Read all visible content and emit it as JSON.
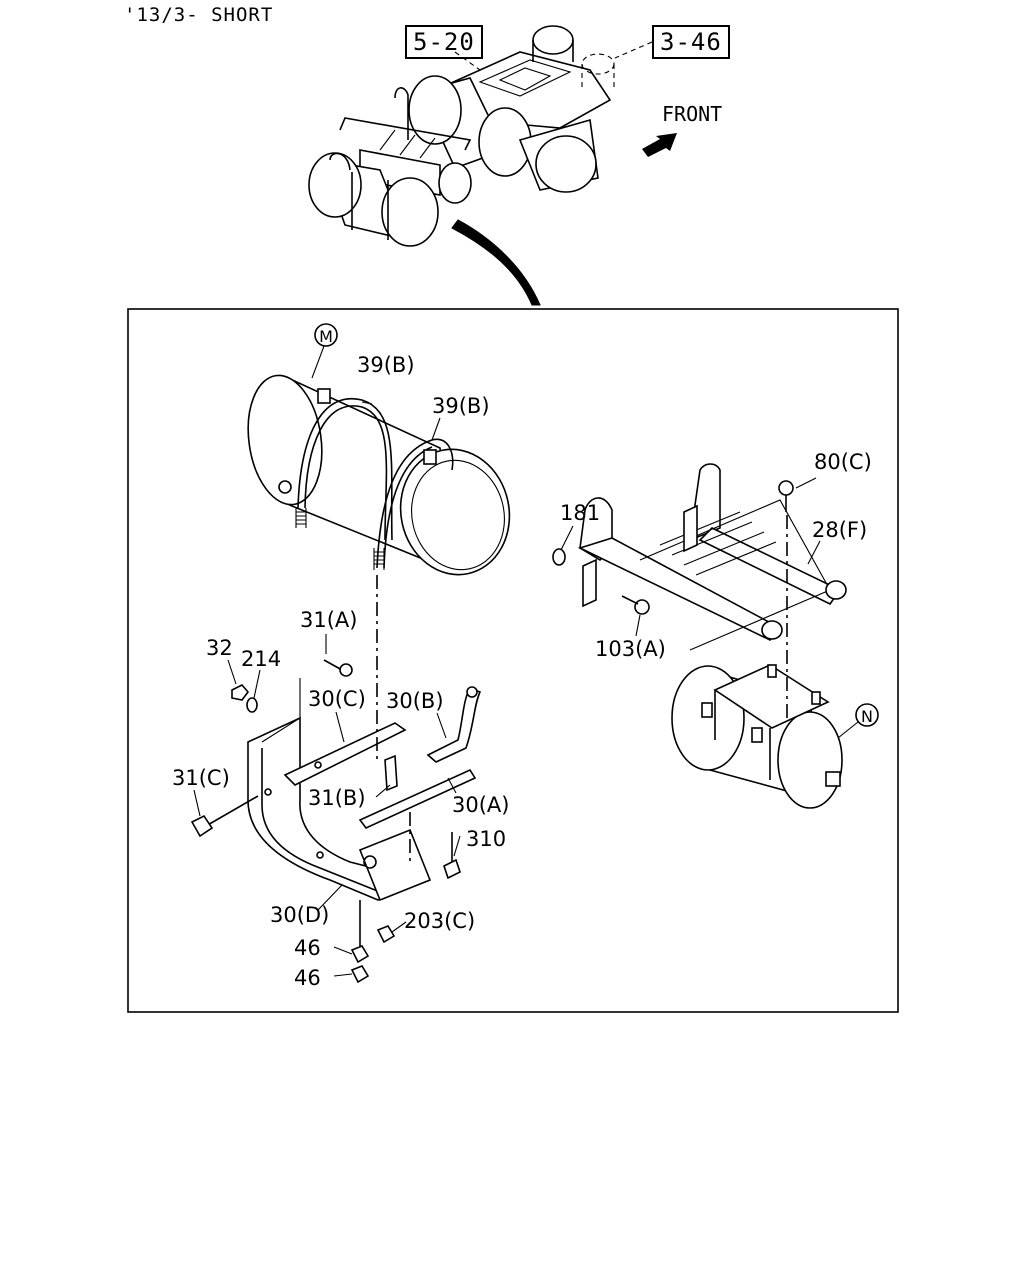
{
  "header": {
    "variant_label": "'13/3- SHORT"
  },
  "reference_boxes": [
    {
      "label": "5-20"
    },
    {
      "label": "3-46"
    }
  ],
  "direction": {
    "label": "FRONT"
  },
  "circle_markers": [
    {
      "letter": "M"
    },
    {
      "letter": "N"
    }
  ],
  "callouts": [
    {
      "label": "39(B)"
    },
    {
      "label": "39(B)"
    },
    {
      "label": "80(C)"
    },
    {
      "label": "181"
    },
    {
      "label": "28(F)"
    },
    {
      "label": "103(A)"
    },
    {
      "label": "31(A)"
    },
    {
      "label": "32"
    },
    {
      "label": "214"
    },
    {
      "label": "30(C)"
    },
    {
      "label": "30(B)"
    },
    {
      "label": "31(C)"
    },
    {
      "label": "31(B)"
    },
    {
      "label": "30(A)"
    },
    {
      "label": "310"
    },
    {
      "label": "30(D)"
    },
    {
      "label": "203(C)"
    },
    {
      "label": "46"
    },
    {
      "label": "46"
    }
  ]
}
